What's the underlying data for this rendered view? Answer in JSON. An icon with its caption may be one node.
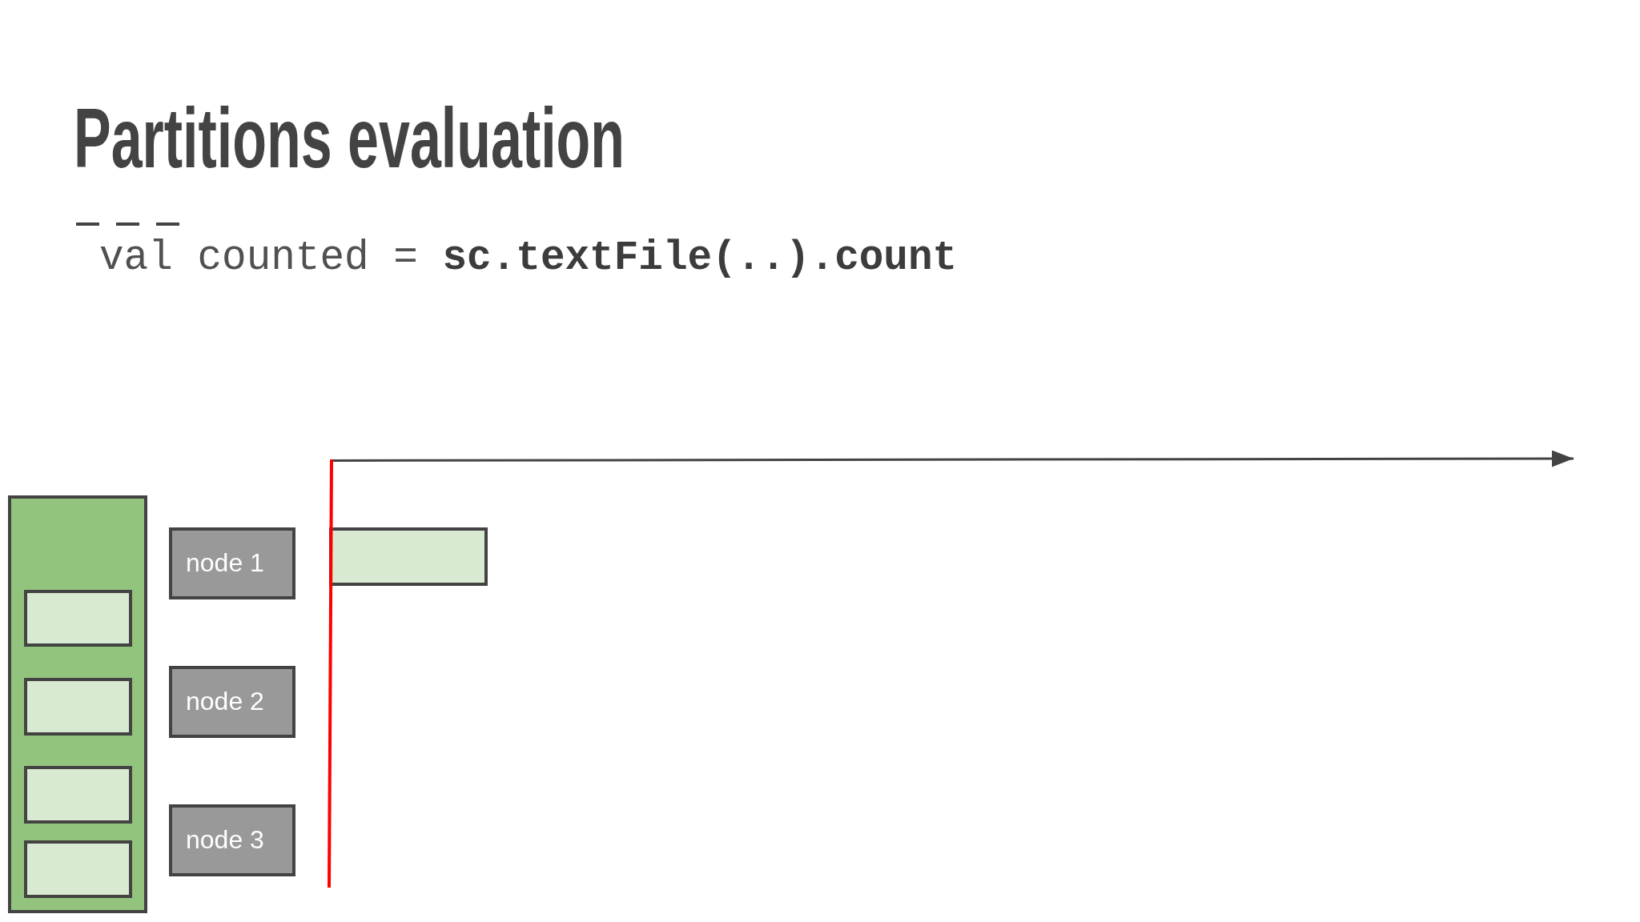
{
  "diagram": {
    "title": "Partitions evaluation",
    "nodes": [
      {
        "text": [],
        "shape": "box"
      },
      {
        "text": [],
        "shape": "box",
        "in": 0
      },
      {
        "text": [],
        "shape": "box",
        "in": 0
      },
      {
        "text": [],
        "shape": "box",
        "in": 0
      },
      {
        "text": [],
        "shape": "box",
        "in": 0
      },
      {
        "text": [
          "node 1"
        ]
      },
      {
        "text": [
          "node 2"
        ]
      },
      {
        "text": [
          "node 3"
        ]
      },
      {
        "text": [],
        "shape": "box"
      }
    ],
    "labels": [
      "val counted = **sc.textFile(..).count**"
    ]
  }
}
